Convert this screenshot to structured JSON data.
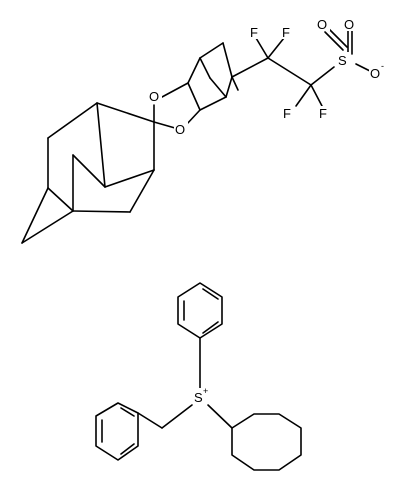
{
  "anion": {
    "oxygen_ketal_1": "O",
    "oxygen_ketal_2": "O",
    "fluorine_1": "F",
    "fluorine_2": "F",
    "fluorine_3": "F",
    "fluorine_4": "F",
    "sulfur": "S",
    "sulfonyl_oxygen_1": "O",
    "sulfonyl_oxygen_2": "O",
    "anionic_oxygen": "O",
    "anion_charge": "-"
  },
  "cation": {
    "sulfur": "S",
    "cation_charge": "+"
  },
  "colors": {
    "bond": "#000000",
    "background": "#ffffff"
  }
}
